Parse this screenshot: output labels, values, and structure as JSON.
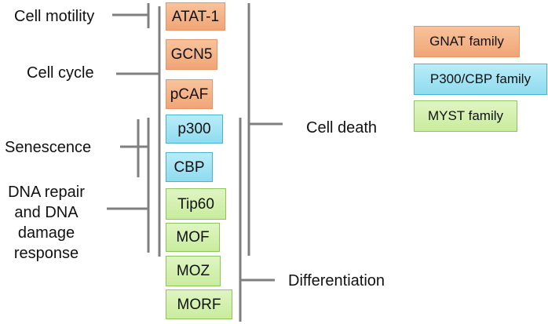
{
  "enzymes": [
    {
      "label": "ATAT-1",
      "family": "gnat"
    },
    {
      "label": "GCN5",
      "family": "gnat"
    },
    {
      "label": "pCAF",
      "family": "gnat"
    },
    {
      "label": "p300",
      "family": "p300"
    },
    {
      "label": "CBP",
      "family": "p300"
    },
    {
      "label": "Tip60",
      "family": "myst"
    },
    {
      "label": "MOF",
      "family": "myst"
    },
    {
      "label": "MOZ",
      "family": "myst"
    },
    {
      "label": "MORF",
      "family": "myst"
    }
  ],
  "processes": {
    "cell_motility": "Cell motility",
    "cell_cycle": "Cell cycle",
    "senescence": "Senescence",
    "dna_repair": [
      "DNA repair",
      "and DNA",
      "damage",
      "response"
    ],
    "cell_death": "Cell death",
    "differentiation": "Differentiation"
  },
  "legend": {
    "gnat": "GNAT family",
    "p300": "P300/CBP family",
    "myst": "MYST family"
  },
  "colors": {
    "gnat_fill": "#f4b183",
    "p300_fill": "#a9e3f4",
    "myst_fill": "#d5f0b2",
    "line": "#7f7f7f"
  }
}
